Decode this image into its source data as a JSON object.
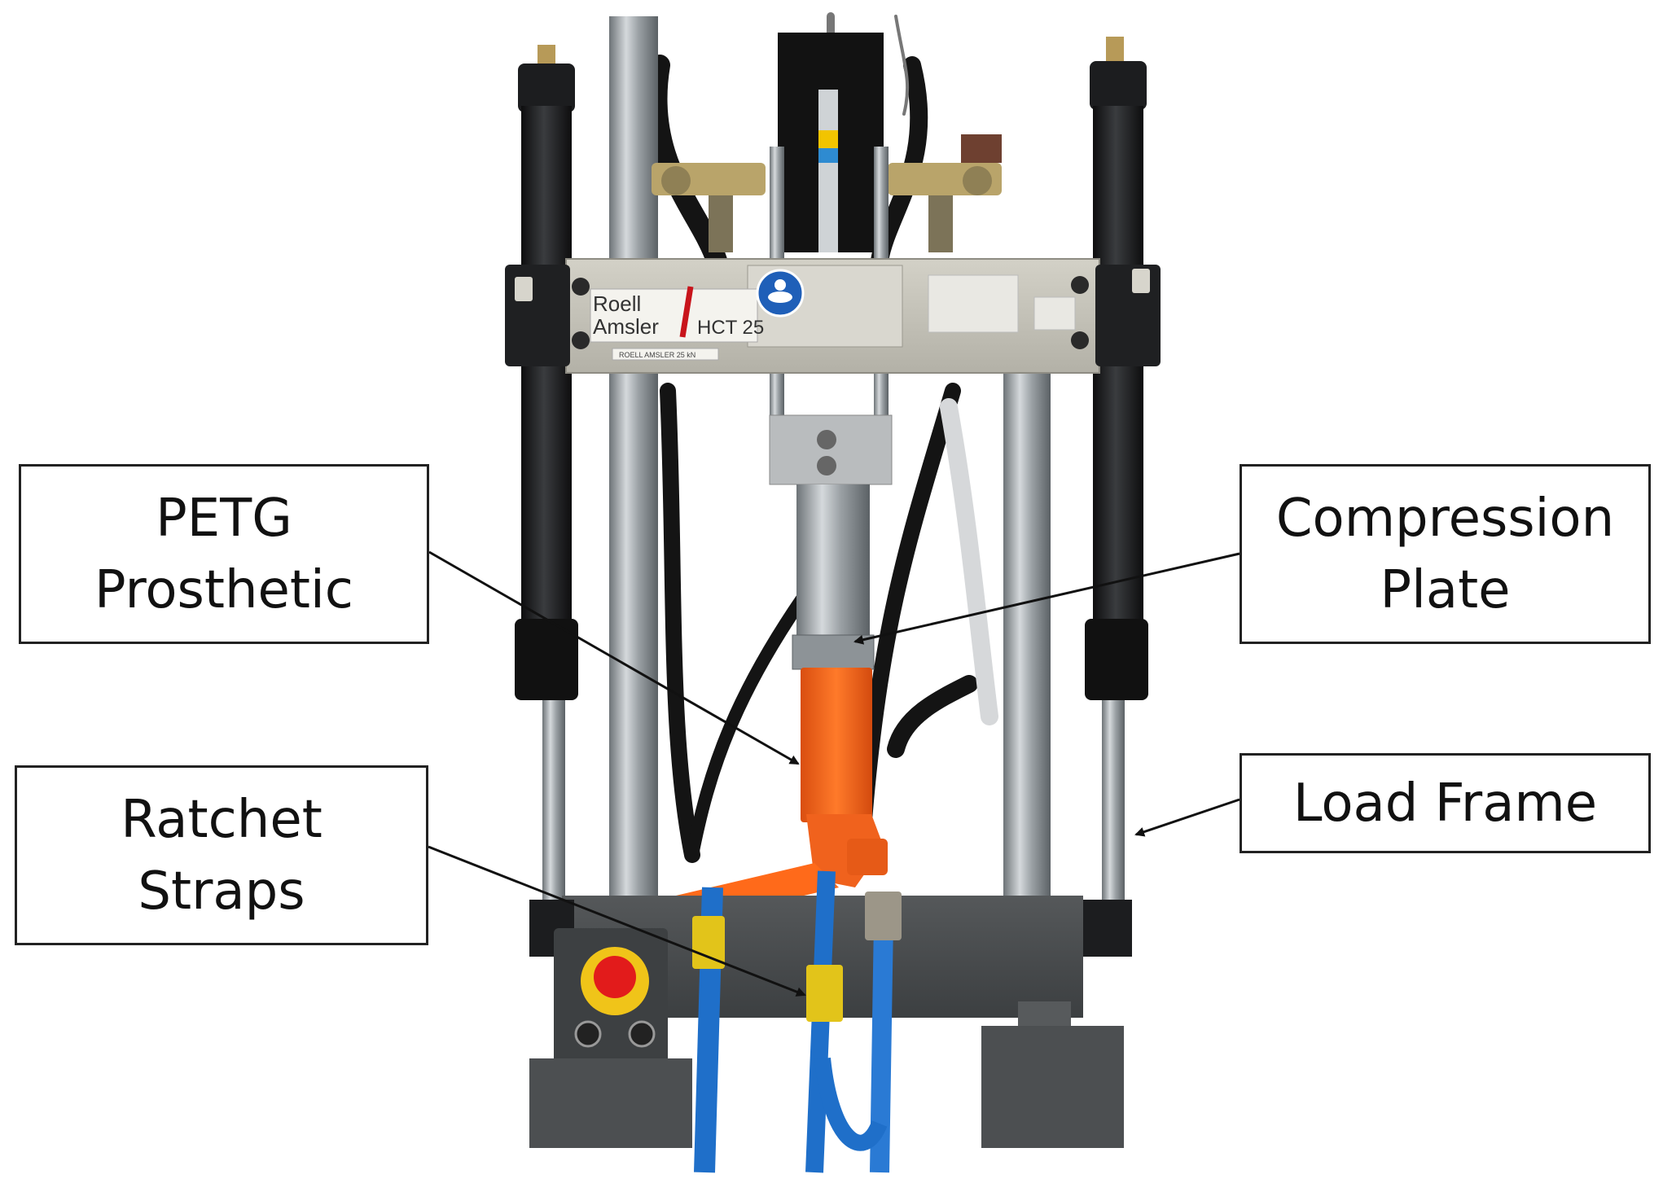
{
  "callouts": {
    "petg": {
      "line1": "PETG",
      "line2": "Prosthetic"
    },
    "compression": {
      "line1": "Compression",
      "line2": "Plate"
    },
    "ratchet": {
      "line1": "Ratchet",
      "line2": "Straps"
    },
    "load_frame": {
      "line1": "Load Frame"
    }
  },
  "machine": {
    "brand_line1": "Roell",
    "brand_line2": "Amsler",
    "model": "HCT 25",
    "nameplate": "ROELL AMSLER 25 kN"
  },
  "colors": {
    "crosshead": "#c9c7bd",
    "prosthetic": "#ff6a1a",
    "strap": "#1f6fc9",
    "ratchet": "#e2c41a",
    "base": "#4a4d4f",
    "column_steel": "#a7adb1",
    "actuator_black": "#1b1c1e",
    "emergency_stop": "#e21b1b",
    "safety_sign": "#1f5fb8"
  },
  "icons": [
    "goggles-safety-icon",
    "emergency-stop-icon",
    "up-arrow-icon",
    "down-arrow-icon"
  ]
}
